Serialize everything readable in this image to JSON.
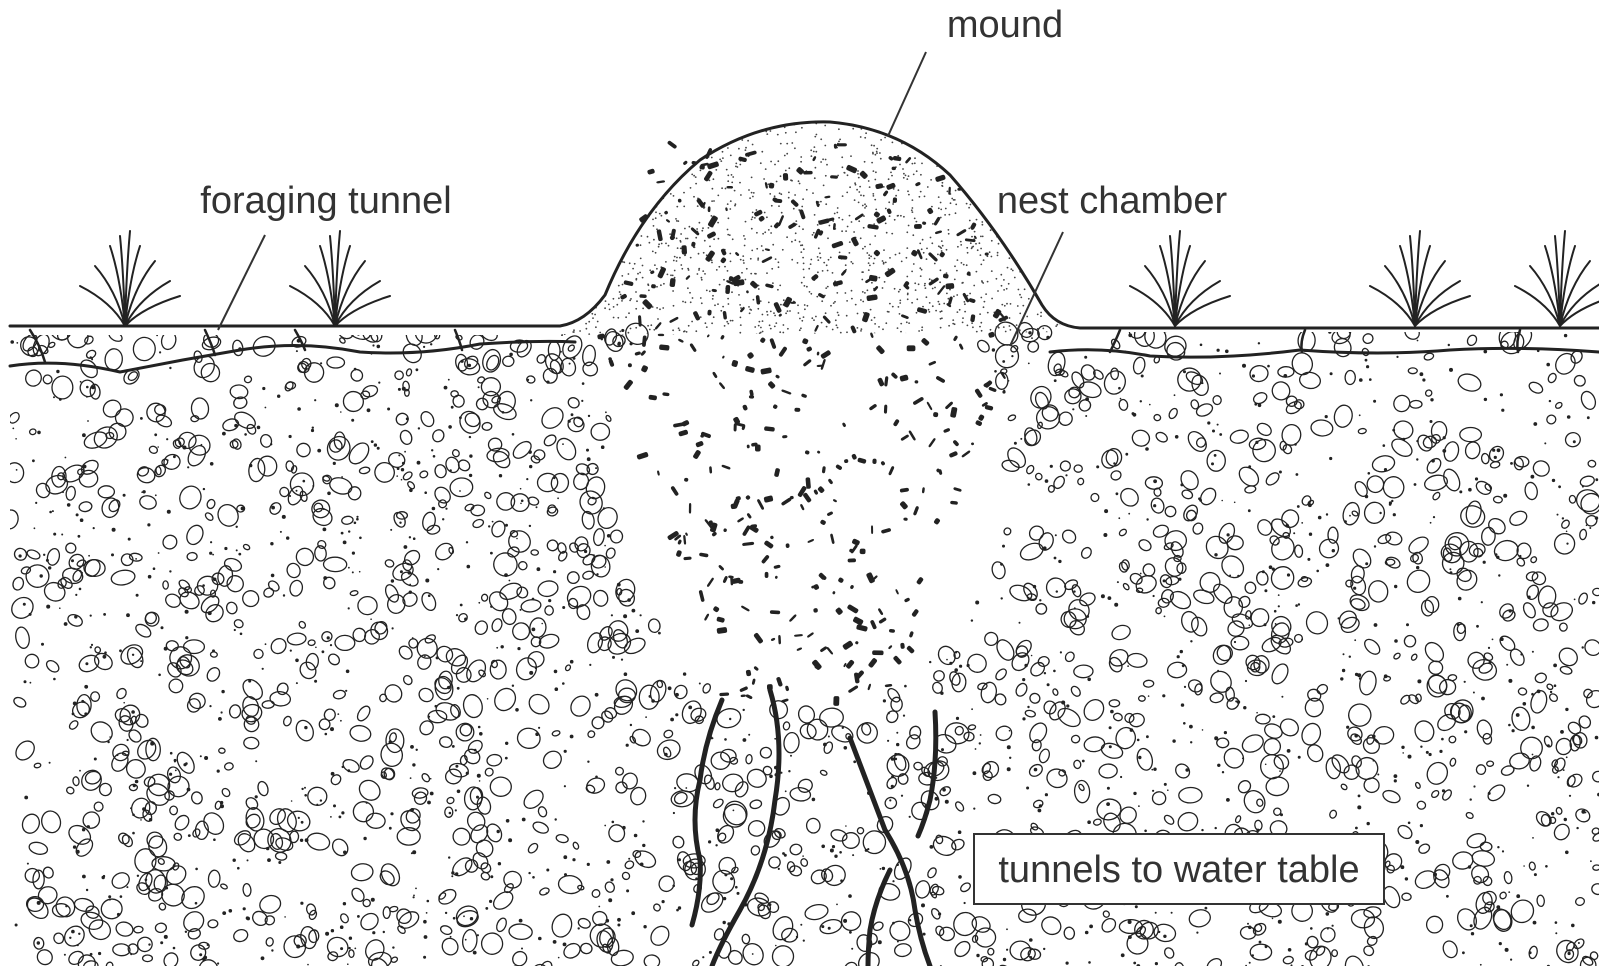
{
  "labels": {
    "mound": "mound",
    "foraging_tunnel": "foraging tunnel",
    "nest_chamber": "nest chamber",
    "tunnels_to_water_table": "tunnels to water table"
  },
  "colors": {
    "ink": "#222222",
    "label_text": "#333333",
    "background": "#ffffff"
  }
}
